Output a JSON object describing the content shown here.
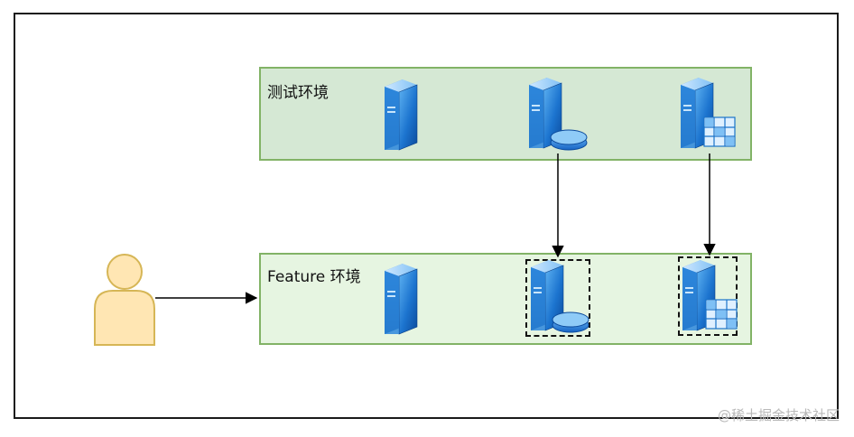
{
  "environments": {
    "test": {
      "label": "测试环境"
    },
    "feature": {
      "label": "Feature 环境"
    }
  },
  "icons": {
    "user": "user-icon",
    "server": "server-icon",
    "database_server": "database-server-icon",
    "cache_server": "grid-server-icon"
  },
  "colors": {
    "test_fill": "#d5e8d4",
    "feature_fill": "#e6f5e1",
    "env_border": "#82b366",
    "user_fill": "#ffe6b3",
    "user_stroke": "#d6b656",
    "server_blue": "#1a73c9"
  },
  "watermark": "@稀土掘金技术社区"
}
